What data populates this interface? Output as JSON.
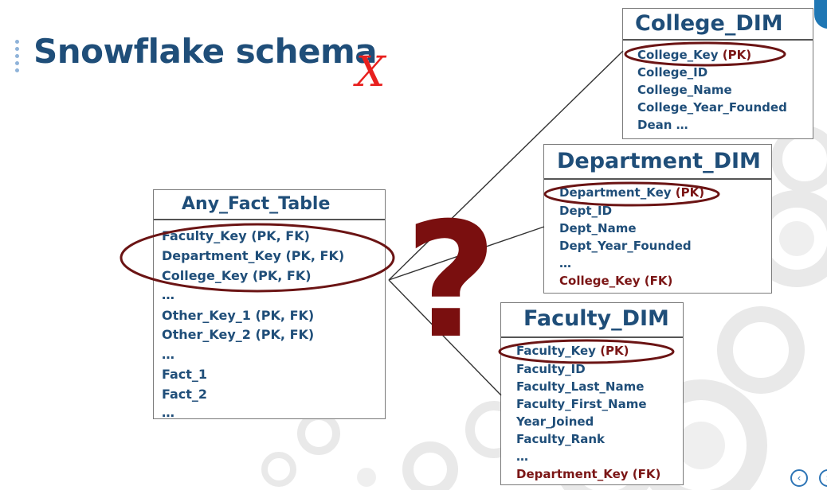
{
  "slide": {
    "title": "Snowflake schema"
  },
  "fact_table": {
    "name": "Any_Fact_Table",
    "rows": [
      "Faculty_Key (PK, FK)",
      "Department_Key (PK, FK)",
      "College_Key (PK, FK)",
      "…",
      "Other_Key_1 (PK, FK)",
      "Other_Key_2 (PK, FK)",
      "…",
      "Fact_1",
      "Fact_2",
      "…"
    ]
  },
  "college_dim": {
    "name": "College_DIM",
    "key_name": "College_Key",
    "key_tag": "(PK)",
    "rows": [
      "College_ID",
      "College_Name",
      "College_Year_Founded",
      "Dean …"
    ]
  },
  "department_dim": {
    "name": "Department_DIM",
    "key_name": "Department_Key",
    "key_tag": "(PK)",
    "rows": [
      "Dept_ID",
      "Dept_Name",
      "Dept_Year_Founded",
      "…"
    ],
    "fk_row": "College_Key (FK)"
  },
  "faculty_dim": {
    "name": "Faculty_DIM",
    "key_name": "Faculty_Key",
    "key_tag": "(PK)",
    "rows": [
      "Faculty_ID",
      "Faculty_Last_Name",
      "Faculty_First_Name",
      "Year_Joined",
      "Faculty_Rank",
      "…"
    ],
    "fk_row": "Department_Key (FK)"
  },
  "annotations": {
    "question_mark": "?",
    "cross_mark": "X"
  },
  "colors": {
    "title": "#1f4e79",
    "text": "#1f4e79",
    "key_text": "#7b1616",
    "ellipse": "#6b1414",
    "question_mark": "#7a0f0f",
    "cross_mark": "#e8201e",
    "nav_accent": "#2e75b6"
  },
  "icons": {
    "prev": "chevron-left-icon",
    "next": "chevron-right-icon"
  }
}
